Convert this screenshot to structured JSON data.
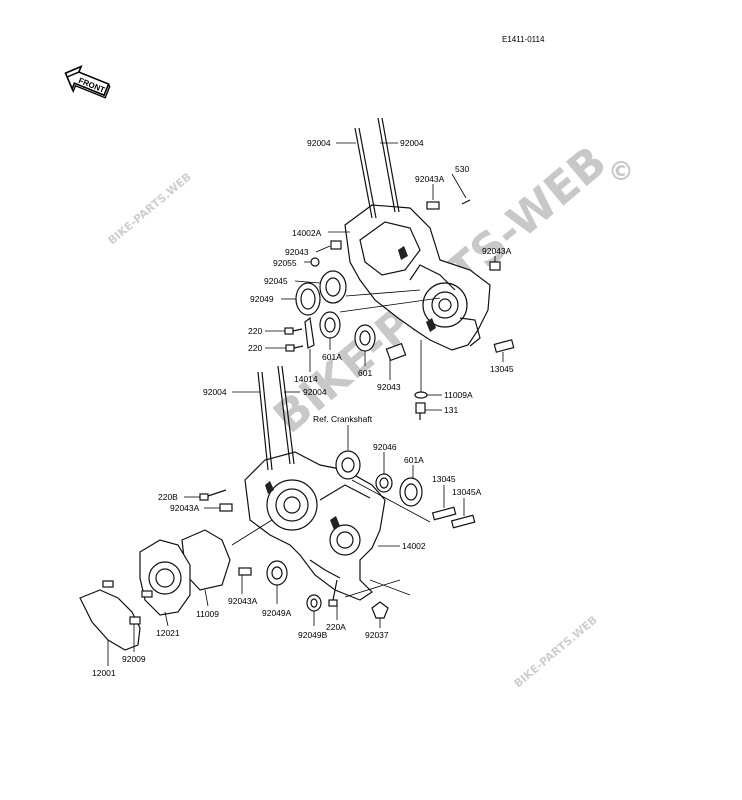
{
  "diagram_code": "E1411-0114",
  "front_label": "FRONT",
  "reference_note": "Ref. Crankshaft",
  "watermark": {
    "main": "BIKE-PARTS-WEB",
    "copyright": "©",
    "small": "BIKE-PARTS.WEB"
  },
  "part_labels": [
    {
      "id": "lbl-92004-top-left",
      "text": "92004"
    },
    {
      "id": "lbl-92004-top-right",
      "text": "92004"
    },
    {
      "id": "lbl-530",
      "text": "530"
    },
    {
      "id": "lbl-92043A-top",
      "text": "92043A"
    },
    {
      "id": "lbl-14002A",
      "text": "14002A"
    },
    {
      "id": "lbl-92043-top",
      "text": "92043"
    },
    {
      "id": "lbl-92055",
      "text": "92055"
    },
    {
      "id": "lbl-92043A-right",
      "text": "92043A"
    },
    {
      "id": "lbl-92045",
      "text": "92045"
    },
    {
      "id": "lbl-92049",
      "text": "92049"
    },
    {
      "id": "lbl-220-a",
      "text": "220"
    },
    {
      "id": "lbl-220-b",
      "text": "220"
    },
    {
      "id": "lbl-601A-top",
      "text": "601A"
    },
    {
      "id": "lbl-601",
      "text": "601"
    },
    {
      "id": "lbl-13045-top",
      "text": "13045"
    },
    {
      "id": "lbl-14014",
      "text": "14014"
    },
    {
      "id": "lbl-92043-mid",
      "text": "92043"
    },
    {
      "id": "lbl-11009A",
      "text": "11009A"
    },
    {
      "id": "lbl-131",
      "text": "131"
    },
    {
      "id": "lbl-92004-mid-left",
      "text": "92004"
    },
    {
      "id": "lbl-92004-mid-right",
      "text": "92004"
    },
    {
      "id": "lbl-92046",
      "text": "92046"
    },
    {
      "id": "lbl-601A-mid",
      "text": "601A"
    },
    {
      "id": "lbl-13045-mid",
      "text": "13045"
    },
    {
      "id": "lbl-13045A",
      "text": "13045A"
    },
    {
      "id": "lbl-220B",
      "text": "220B"
    },
    {
      "id": "lbl-92043A-mid",
      "text": "92043A"
    },
    {
      "id": "lbl-14002",
      "text": "14002"
    },
    {
      "id": "lbl-92043A-low",
      "text": "92043A"
    },
    {
      "id": "lbl-11009",
      "text": "11009"
    },
    {
      "id": "lbl-92049A",
      "text": "92049A"
    },
    {
      "id": "lbl-12021",
      "text": "12021"
    },
    {
      "id": "lbl-220A",
      "text": "220A"
    },
    {
      "id": "lbl-92049B",
      "text": "92049B"
    },
    {
      "id": "lbl-92037",
      "text": "92037"
    },
    {
      "id": "lbl-92009",
      "text": "92009"
    },
    {
      "id": "lbl-12001",
      "text": "12001"
    }
  ]
}
